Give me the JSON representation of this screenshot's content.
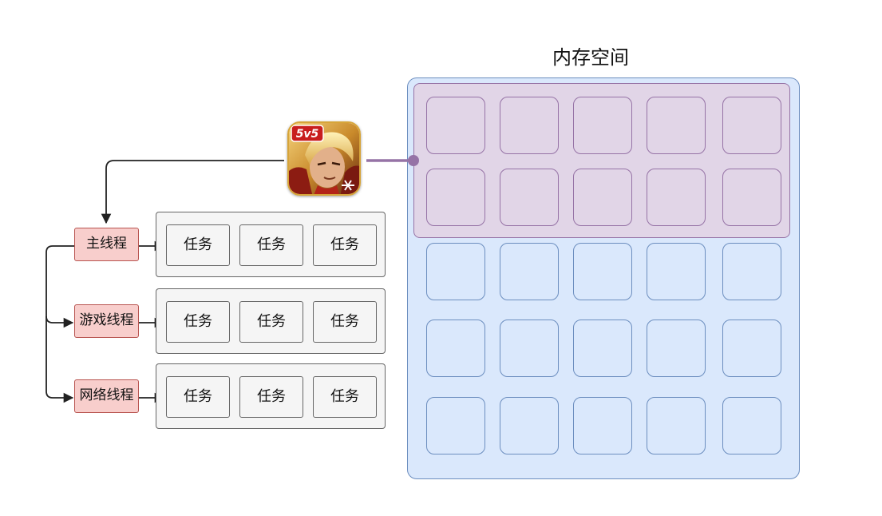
{
  "memory": {
    "title": "内存空间",
    "rows": 5,
    "cols": 5,
    "app_rows": 2,
    "colors": {
      "memory_fill": "#dae8fc",
      "memory_stroke": "#6c8ebf",
      "app_fill": "#e1d5e7",
      "app_stroke": "#9673a6"
    }
  },
  "app": {
    "icon": "game-app-icon",
    "badge": "5v5"
  },
  "threads": [
    {
      "label": "主线程",
      "tasks": [
        "任务",
        "任务",
        "任务"
      ]
    },
    {
      "label": "游戏线程",
      "tasks": [
        "任务",
        "任务",
        "任务"
      ]
    },
    {
      "label": "网络线程",
      "tasks": [
        "任务",
        "任务",
        "任务"
      ]
    }
  ],
  "colors": {
    "thread_fill": "#f8cecc",
    "thread_stroke": "#b85450",
    "task_fill": "#f5f5f5",
    "task_stroke": "#666666",
    "connector": "#222222",
    "app_link": "#9673a6"
  }
}
